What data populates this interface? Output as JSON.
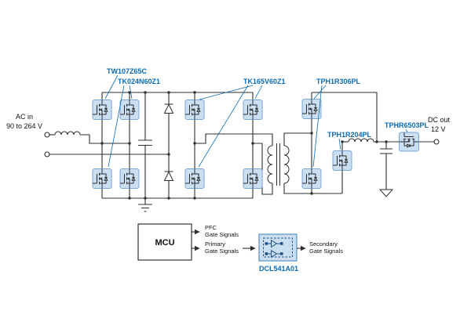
{
  "colors": {
    "accent_blue": "#0b6ab3",
    "highlight_fill": "#cbdff2",
    "highlight_border": "#7ca6d4",
    "line": "#2e2e2e",
    "isolator_border": "#5b8fc9"
  },
  "io": {
    "ac_line1": "AC in",
    "ac_line2": "90 to 264 V",
    "dc_line1": "DC out",
    "dc_line2": "12 V"
  },
  "parts": {
    "pfc_fet_a": "TW107Z65C",
    "pfc_fet_b": "TK024N60Z1",
    "llc_fet": "TK165V60Z1",
    "sr_fet_top": "TPH1R306PL",
    "sr_fet_mid": "TPH1R204PL",
    "output_fet": "TPHR6503PL",
    "isolator": "DCL541A01"
  },
  "control": {
    "mcu": "MCU",
    "pfc_gate_line1": "PFC",
    "pfc_gate_line2": "Gate Signals",
    "primary_gate_line1": "Primary",
    "primary_gate_line2": "Gate Signals",
    "secondary_gate_line1": "Secondary",
    "secondary_gate_line2": "Gate Signals"
  }
}
